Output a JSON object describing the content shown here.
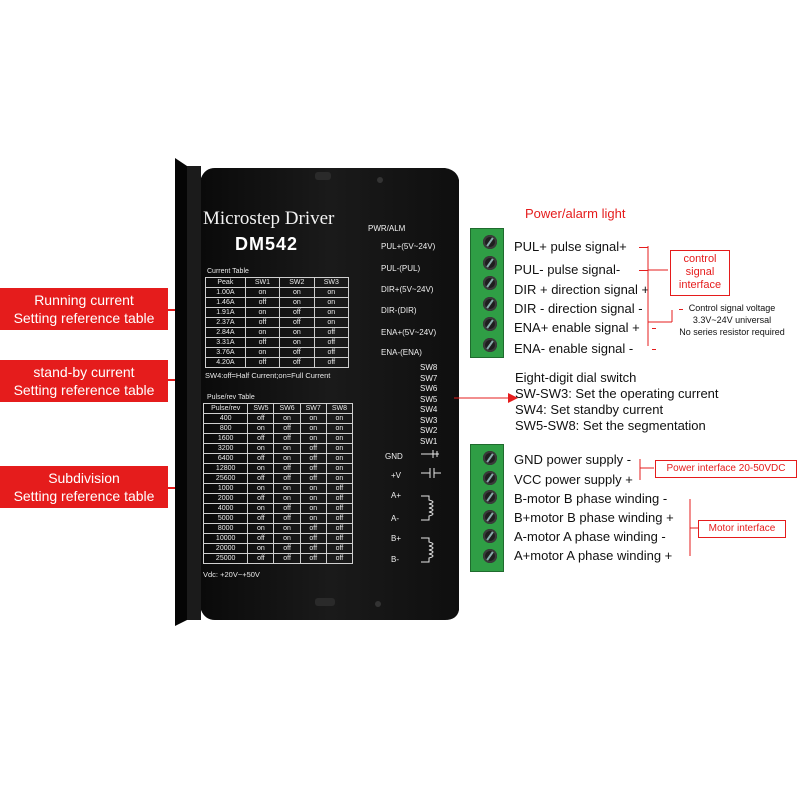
{
  "left_labels": [
    {
      "line1": "Running current",
      "line2": "Setting reference table"
    },
    {
      "line1": "stand-by current",
      "line2": "Setting reference table"
    },
    {
      "line1": "Subdivision",
      "line2": "Setting reference table"
    }
  ],
  "device": {
    "title": "Microstep Driver",
    "model": "DM542",
    "pwr_alm": "PWR/ALM",
    "current_table": {
      "caption": "Current Table",
      "headers": [
        "Peak",
        "SW1",
        "SW2",
        "SW3"
      ],
      "rows": [
        [
          "1.00A",
          "on",
          "on",
          "on"
        ],
        [
          "1.46A",
          "off",
          "on",
          "on"
        ],
        [
          "1.91A",
          "on",
          "off",
          "on"
        ],
        [
          "2.37A",
          "off",
          "off",
          "on"
        ],
        [
          "2.84A",
          "on",
          "on",
          "off"
        ],
        [
          "3.31A",
          "off",
          "on",
          "off"
        ],
        [
          "3.76A",
          "on",
          "off",
          "off"
        ],
        [
          "4.20A",
          "off",
          "off",
          "off"
        ]
      ],
      "note": "SW4:off=Half Current;on=Full Current"
    },
    "pulse_table": {
      "caption": "Pulse/rev Table",
      "headers": [
        "Pulse/rev",
        "SW5",
        "SW6",
        "SW7",
        "SW8"
      ],
      "rows": [
        [
          "400",
          "off",
          "on",
          "on",
          "on"
        ],
        [
          "800",
          "on",
          "off",
          "on",
          "on"
        ],
        [
          "1600",
          "off",
          "off",
          "on",
          "on"
        ],
        [
          "3200",
          "on",
          "on",
          "off",
          "on"
        ],
        [
          "6400",
          "off",
          "on",
          "off",
          "on"
        ],
        [
          "12800",
          "on",
          "off",
          "off",
          "on"
        ],
        [
          "25600",
          "off",
          "off",
          "off",
          "on"
        ],
        [
          "1000",
          "on",
          "on",
          "on",
          "off"
        ],
        [
          "2000",
          "off",
          "on",
          "on",
          "off"
        ],
        [
          "4000",
          "on",
          "off",
          "on",
          "off"
        ],
        [
          "5000",
          "off",
          "off",
          "on",
          "off"
        ],
        [
          "8000",
          "on",
          "on",
          "off",
          "off"
        ],
        [
          "10000",
          "off",
          "on",
          "off",
          "off"
        ],
        [
          "20000",
          "on",
          "off",
          "off",
          "off"
        ],
        [
          "25000",
          "off",
          "off",
          "off",
          "off"
        ]
      ]
    },
    "vdc": "Vdc: +20V~+50V",
    "signal_terminals": [
      "PUL+(5V~24V)",
      "PUL-(PUL)",
      "DIR+(5V~24V)",
      "DIR-(DIR)",
      "ENA+(5V~24V)",
      "ENA-(ENA)"
    ],
    "switches": [
      "SW8",
      "SW7",
      "SW6",
      "SW5",
      "SW4",
      "SW3",
      "SW2",
      "SW1"
    ],
    "power_terminals": [
      "GND",
      "+V",
      "A+",
      "A-",
      "B+",
      "B-"
    ]
  },
  "annotations": {
    "power_alarm": "Power/alarm light",
    "signals": [
      "PUL+ pulse signal+",
      "PUL- pulse signal-",
      "DIR + direction signal +",
      "DIR - direction signal -",
      "ENA+ enable signal +",
      "ENA- enable signal -"
    ],
    "control_box": [
      "control",
      "signal",
      "interface"
    ],
    "control_voltage": [
      "Control signal voltage",
      "3.3V~24V universal",
      "No series resistor required"
    ],
    "dial_switch": [
      "Eight-digit dial switch",
      "SW-SW3: Set the operating current",
      "SW4: Set standby current",
      "SW5-SW8: Set the segmentation"
    ],
    "power": [
      "GND power supply -",
      "VCC power supply +"
    ],
    "power_box": "Power interface 20-50VDC",
    "motor": [
      "B-motor B phase winding -",
      "B+motor B phase winding +",
      "A-motor A phase winding -",
      "A+motor A phase winding +"
    ],
    "motor_box": "Motor interface"
  },
  "colors": {
    "accent_red": "#e51c1c",
    "terminal_green": "#2f9e45",
    "device_black": "#141414"
  }
}
